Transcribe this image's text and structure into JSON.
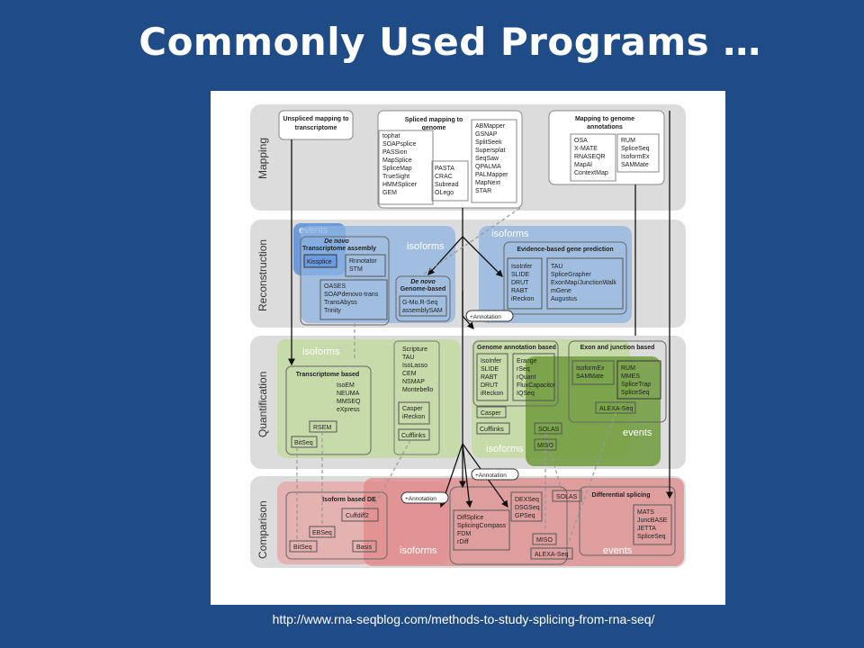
{
  "slide": {
    "title": "Commonly Used Programs …",
    "url": "http://www.rna-seqblog.com/methods-to-study-splicing-from-rna-seq/"
  },
  "stages": [
    "Mapping",
    "Reconstruction",
    "Quantification",
    "Comparison"
  ],
  "mapping": {
    "unspliced": [
      "Unspliced mapping to",
      "transcriptome"
    ],
    "spliced_title": [
      "Spliced mapping to",
      "genome"
    ],
    "spliced_a": [
      "tophat",
      "SOAPsplice",
      "PASSion",
      "MapSplice",
      "SpliceMap",
      "TrueSight",
      "HMMSplicer",
      "GEM"
    ],
    "spliced_b": [
      "PASTA",
      "CRAC",
      "Subread",
      "OLego"
    ],
    "spliced_c": [
      "ABMapper",
      "GSNAP",
      "SplitSeek",
      "Supersplat",
      "SeqSaw",
      "QPALMA",
      "PALMapper",
      "MapNext",
      "STAR"
    ],
    "annot_title": [
      "Mapping to genome",
      "annotations"
    ],
    "annot_a": [
      "OSA",
      "X-MATE",
      "RNASEQR",
      "MapAl",
      "ContextMap"
    ],
    "annot_b": [
      "RUM",
      "SpliceSeq",
      "IsoformEx",
      "SAMMate"
    ]
  },
  "reconstruction": {
    "events": "events",
    "isoforms_left": "isoforms",
    "isoforms_right": "isoforms",
    "denovo_tx_title": [
      "De novo",
      "Transcriptome assembly"
    ],
    "kissplice": "Kissplice",
    "rnnotator": [
      "Rnnotator",
      "STM"
    ],
    "oases": [
      "OASES",
      "SOAPdenovo-trans",
      "TransAbyss",
      "Trinity"
    ],
    "denovo_genome_title": [
      "De novo",
      "Genome-based"
    ],
    "gmor": [
      "G-Mo.R-Seq",
      "assemblySAM"
    ],
    "evidence_title": "Evidence-based gene prediction",
    "evidence_a": [
      "IsoInfer",
      "SLIDE",
      "DRUT",
      "RABT",
      "iReckon"
    ],
    "evidence_b": [
      "TAU",
      "SpliceGrapher",
      "ExonMap/JunctionWalk",
      "mGene",
      "Augustus"
    ],
    "annotation_tag": "+Annotation"
  },
  "quantification": {
    "isoforms_left": "isoforms",
    "isoforms_mid": "isoforms",
    "events": "events",
    "tx_based_title": "Transcriptome based",
    "tx_based": [
      "IsoEM",
      "NEUMA",
      "MMSEQ",
      "eXpress"
    ],
    "rsem": "RSEM",
    "bitseq": "BitSeq",
    "scripture": [
      "Scripture",
      "TAU",
      "IsoLasso",
      "CEM",
      "NSMAP",
      "Montebello"
    ],
    "casper_ireckon": [
      "Casper",
      "iReckon"
    ],
    "cufflinks": "Cufflinks",
    "genome_annot_title": "Genome annotation based",
    "ga_a": [
      "IsoInfer",
      "SLIDE",
      "RABT",
      "DRUT",
      "iReckon"
    ],
    "ga_b": [
      "Erange",
      "rSeq",
      "rQuant",
      "FluxCapacitor",
      "IQSeq"
    ],
    "casper": "Casper",
    "cufflinks2": "Cufflinks",
    "solas": "SOLAS",
    "miso": "MISO",
    "exon_junction_title": "Exon and junction based",
    "isoformex": [
      "IsoformEx",
      "SAMMate"
    ],
    "rum": [
      "RUM",
      "MMES",
      "SpliceTrap",
      "SpliceSeq"
    ],
    "alexa": "ALEXA-Seq"
  },
  "comparison": {
    "isoform_de_title": "Isoform based DE",
    "cuffdiff": "Cuffdiff2",
    "ebseq": "EBSeq",
    "bitseq": "BitSeq",
    "basis": "Basis",
    "annotation_tag_left": "+Annotation",
    "annotation_tag_right": "+Annotation",
    "diffsplice": [
      "DiffSplice",
      "SplicingCompass",
      "FDM",
      "rDiff"
    ],
    "dexseq": [
      "DEXSeq",
      "DSGSeq",
      "GPSeq"
    ],
    "solas": "SOLAS",
    "miso": "MISO",
    "alexa": "ALEXA-Seq",
    "diff_splicing_title": "Differential splicing",
    "mats": [
      "MATS",
      "JuncBASE",
      "JETTA",
      "SpliceSeq"
    ],
    "isoforms": "isoforms",
    "events": "events"
  },
  "colors": {
    "background": "#1f4b87",
    "reconstruction_blue": "#8eb4e3",
    "quantification_green": "#c4d9a3",
    "comparison_red": "#e8a4a4",
    "dark_green": "#6e9a3c"
  }
}
